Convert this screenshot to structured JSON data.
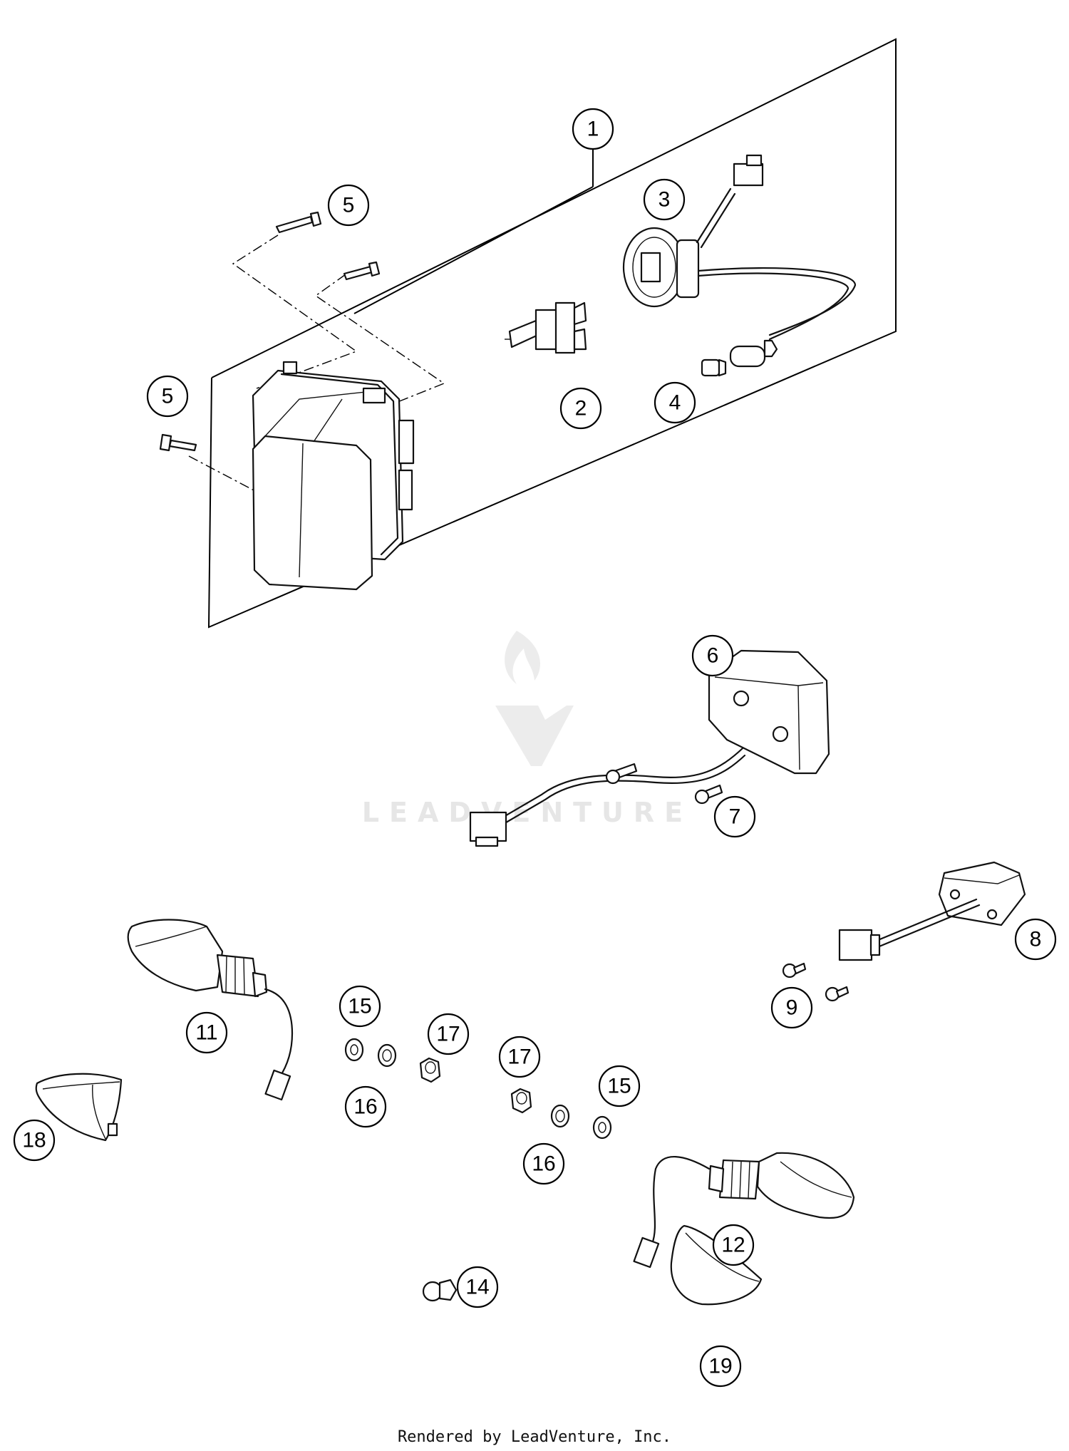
{
  "watermark": {
    "text": "LEADVENTURE",
    "logo": "leadventure-flame-logo"
  },
  "footer": {
    "text": "Rendered by LeadVenture, Inc."
  },
  "callouts": [
    {
      "id": "c1",
      "label": "1"
    },
    {
      "id": "c2",
      "label": "2"
    },
    {
      "id": "c3",
      "label": "3"
    },
    {
      "id": "c4",
      "label": "4"
    },
    {
      "id": "c5a",
      "label": "5"
    },
    {
      "id": "c5b",
      "label": "5"
    },
    {
      "id": "c6",
      "label": "6"
    },
    {
      "id": "c7",
      "label": "7"
    },
    {
      "id": "c8",
      "label": "8"
    },
    {
      "id": "c9",
      "label": "9"
    },
    {
      "id": "c11",
      "label": "11"
    },
    {
      "id": "c12",
      "label": "12"
    },
    {
      "id": "c14",
      "label": "14"
    },
    {
      "id": "c15a",
      "label": "15"
    },
    {
      "id": "c15b",
      "label": "15"
    },
    {
      "id": "c16a",
      "label": "16"
    },
    {
      "id": "c16b",
      "label": "16"
    },
    {
      "id": "c17a",
      "label": "17"
    },
    {
      "id": "c17b",
      "label": "17"
    },
    {
      "id": "c18",
      "label": "18"
    },
    {
      "id": "c19",
      "label": "19"
    }
  ],
  "parts": {
    "headlight": "headlight-assembly",
    "bulb_h4": "headlight-bulb",
    "socket": "bulb-socket-harness",
    "parking_bulb": "parking-bulb",
    "screw": "screw",
    "license_light": "license-plate-light",
    "tail_light": "tail-light",
    "turn_signal_front": "turn-signal",
    "turn_signal_rear": "turn-signal",
    "lens": "indicator-lens",
    "washer": "washer",
    "lock_washer": "lock-washer",
    "nut": "nut",
    "signal_bulb": "signal-bulb"
  }
}
